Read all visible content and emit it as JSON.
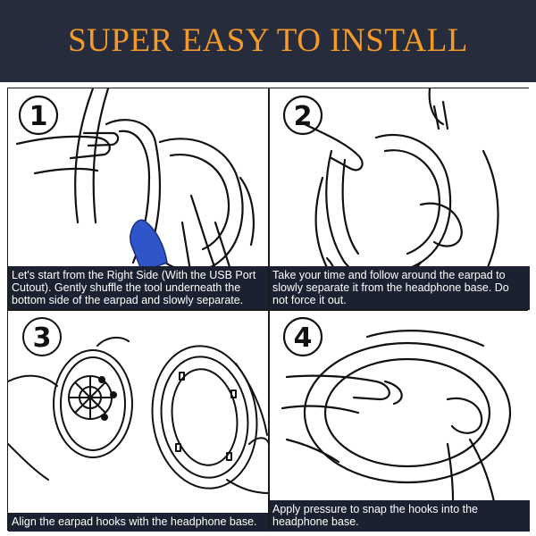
{
  "banner": {
    "title": "SUPER EASY TO INSTALL",
    "bg_color": "#262c3b",
    "text_color": "#f39a2a"
  },
  "steps": [
    {
      "number": "1",
      "caption": "Let's start from the Right Side (With the USB Port Cutout). Gently shuffle the tool underneath the bottom side of the earpad and slowly separate."
    },
    {
      "number": "2",
      "caption": "Take your time and follow around the earpad to slowly separate it from the headphone base. Do not force it out."
    },
    {
      "number": "3",
      "caption": "Align the earpad hooks with the headphone base."
    },
    {
      "number": "4",
      "caption": "Apply pressure to snap the hooks into the headphone base."
    }
  ],
  "colors": {
    "caption_bg": "#1b2130",
    "tool_blue": "#2f55c9"
  },
  "icons": [
    "step-number-icon",
    "hand-icon",
    "headphone-icon",
    "pry-tool-icon",
    "earpad-icon"
  ]
}
